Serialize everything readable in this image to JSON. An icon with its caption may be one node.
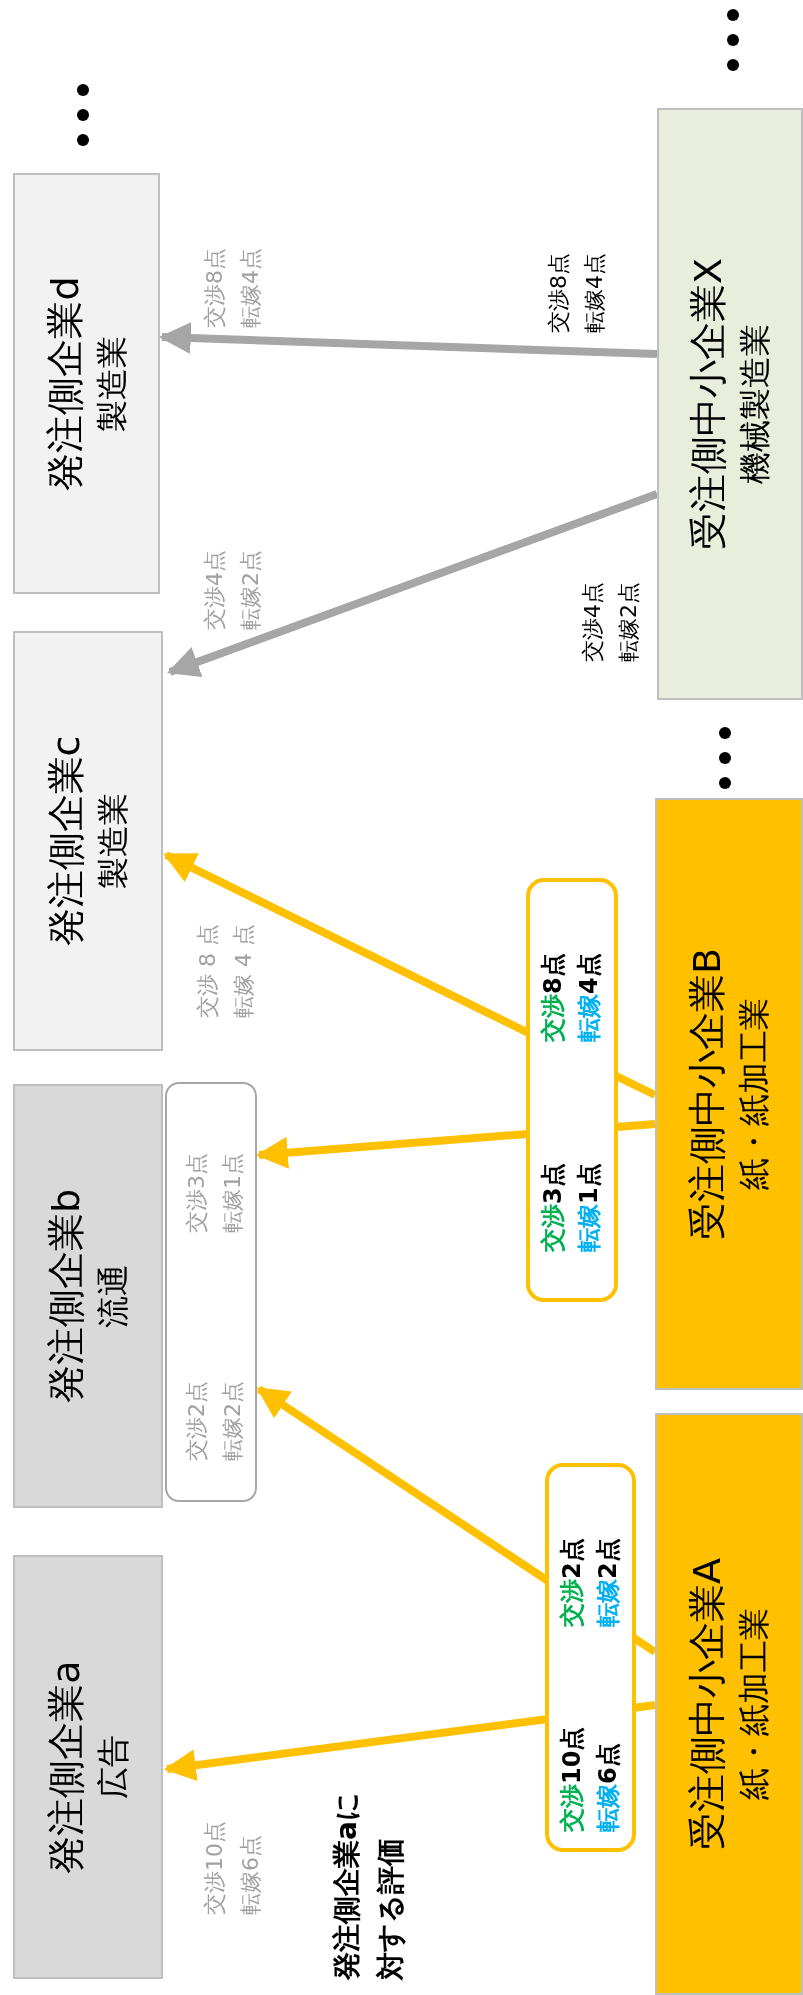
{
  "diagram": {
    "title": "発注側企業aに対する評価",
    "nodes": [
      {
        "text": [
          "発注側企業a",
          "広告"
        ]
      },
      {
        "text": [
          "発注側企業b",
          "流通"
        ]
      },
      {
        "text": [
          "交渉2点転嫁2点",
          "交渉3点転嫁1点"
        ]
      },
      {
        "text": [
          "発注側企業c",
          "製造業"
        ]
      },
      {
        "text": [
          "発注側企業d",
          "製造業"
        ]
      },
      {
        "text": [
          "受注側中小企業A",
          "紙・紙加工業"
        ]
      },
      {
        "text": [
          "受注側中小企業B",
          "紙・紙加工業"
        ]
      },
      {
        "text": [
          "受注側中小企業X",
          "機械製造業"
        ]
      }
    ],
    "edges": [
      {
        "from": 5,
        "to": 0,
        "arrow": "to"
      },
      {
        "from": 5,
        "to": 2,
        "arrow": "to"
      },
      {
        "from": 6,
        "to": 2,
        "arrow": "to"
      },
      {
        "from": 6,
        "to": 3,
        "arrow": "to"
      },
      {
        "from": 7,
        "to": 3,
        "arrow": "to",
        "label": "交渉4点転嫁2点",
        "color": "#a6a6a6"
      },
      {
        "from": 7,
        "to": 4,
        "arrow": "to",
        "label": "交渉8点転嫁4点",
        "color": "#a6a6a6"
      }
    ],
    "labels": [
      "交渉8点転嫁4点",
      "交渉4点転嫁2点",
      "交渉 8 点転嫁 4 点",
      "交渉8点",
      "転嫁4点",
      "交渉3点",
      "転嫁1点",
      "交渉2点",
      "転嫁2点",
      "交渉10点",
      "転嫁6点",
      "交渉10点転嫁6点"
    ]
  }
}
